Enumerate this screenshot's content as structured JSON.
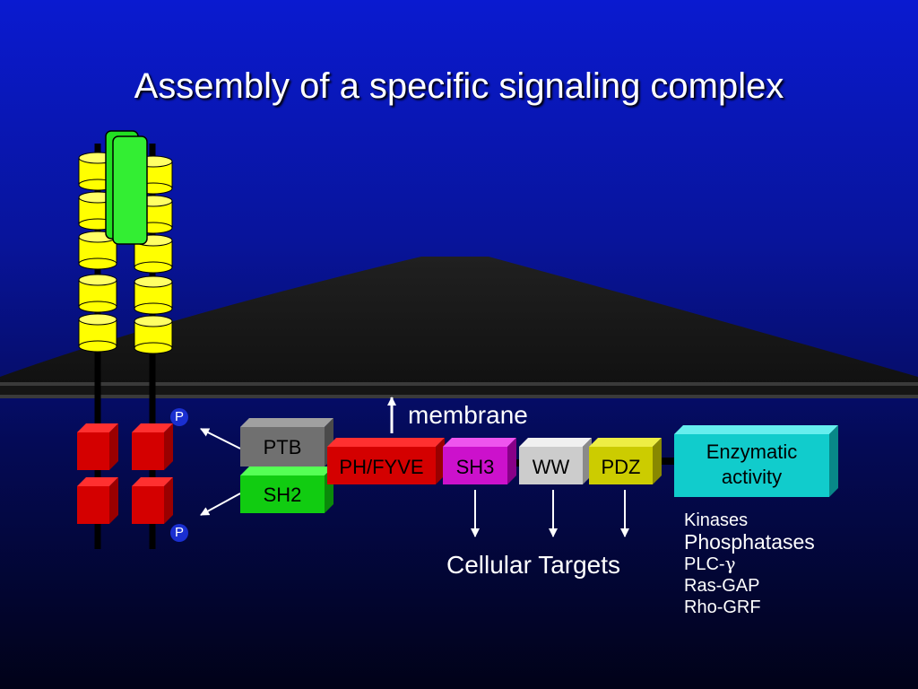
{
  "title": "Assembly of a specific signaling complex",
  "membrane_label": "membrane",
  "phospho_label": "P",
  "domains": {
    "ptb": "PTB",
    "sh2": "SH2",
    "ph_fyve": "PH/FYVE",
    "sh3": "SH3",
    "ww": "WW",
    "pdz": "PDZ",
    "enzymatic": [
      "Enzymatic",
      "activity"
    ]
  },
  "cellular_targets": "Cellular Targets",
  "enzyme_examples": [
    "Kinases",
    "Phosphatases",
    "PLC-",
    "Ras-GAP",
    "Rho-GRF"
  ],
  "gamma_symbol": "γ",
  "colors": {
    "receptor_extracellular": "#ffff00",
    "receptor_intracellular": "#d40000",
    "ligand": "#22e022",
    "ptb": "#707070",
    "sh2": "#11cc11",
    "ph_fyve": "#d40000",
    "sh3": "#cc11cc",
    "ww": "#cccccc",
    "pdz": "#cccc00",
    "enzymatic": "#11cccc"
  }
}
